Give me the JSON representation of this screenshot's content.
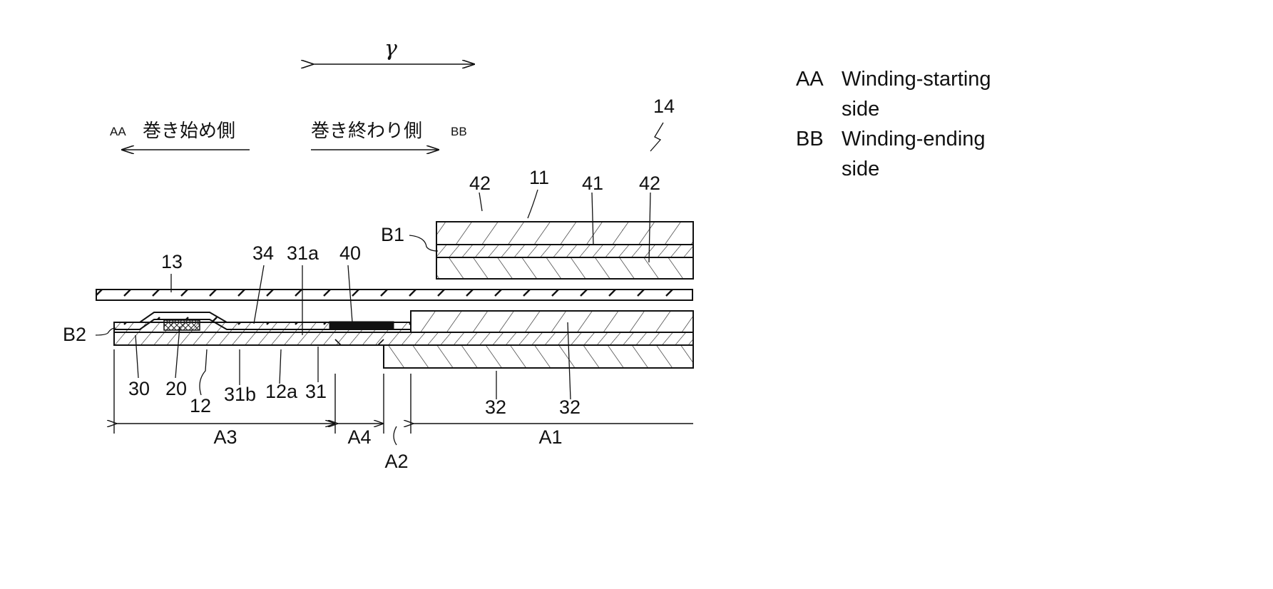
{
  "direction": {
    "gamma": "γ",
    "aa_tag": "AA",
    "bb_tag": "BB",
    "winding_start_jp": "巻き始め側",
    "winding_end_jp": "巻き終わり側"
  },
  "legend": {
    "aa_code": "AA",
    "aa_line1": "Winding-starting",
    "aa_line2": "side",
    "bb_code": "BB",
    "bb_line1": "Winding-ending",
    "bb_line2": "side"
  },
  "labels": {
    "l14": "14",
    "l11": "11",
    "l42_left": "42",
    "l41": "41",
    "l42_right": "42",
    "b1": "B1",
    "b2": "B2",
    "l13": "13",
    "l34": "34",
    "l31a": "31a",
    "l40": "40",
    "l30": "30",
    "l20": "20",
    "l12": "12",
    "l31b": "31b",
    "l12a": "12a",
    "l31": "31",
    "l32_left": "32",
    "l32_right": "32"
  },
  "regions": {
    "a3": "A3",
    "a4": "A4",
    "a2": "A2",
    "a1": "A1"
  }
}
